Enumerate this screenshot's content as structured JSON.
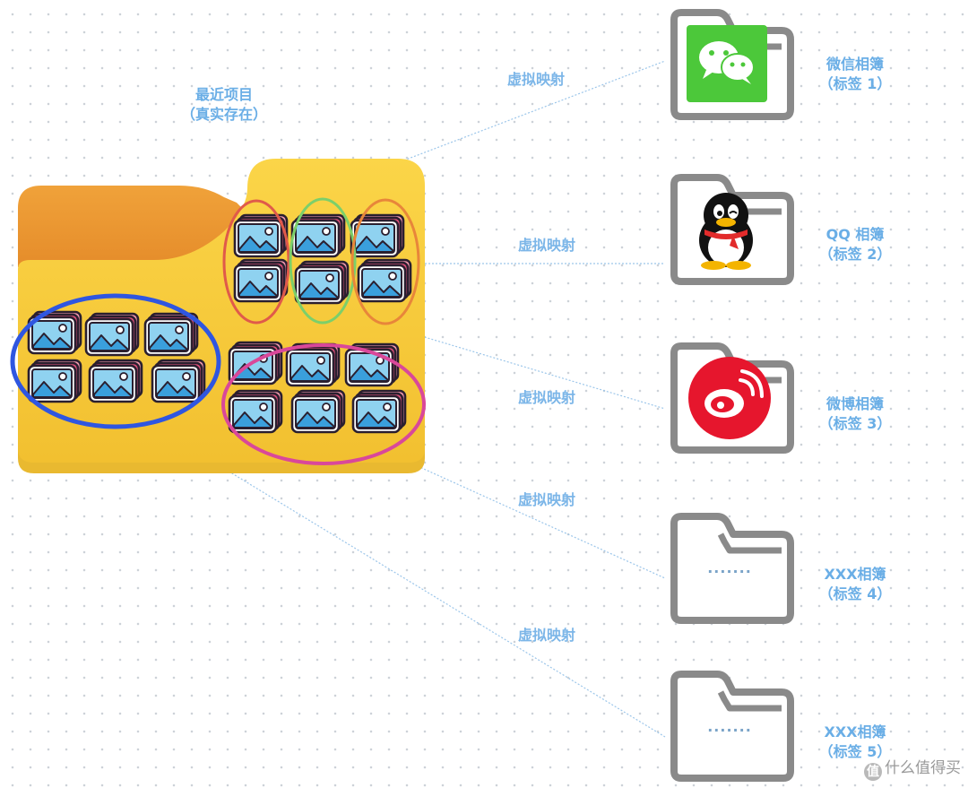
{
  "source": {
    "title_line1": "最近项目",
    "title_line2": "（真实存在）"
  },
  "mapping_label": "虚拟映射",
  "mappings": [
    {
      "label": "虚拟映射"
    },
    {
      "label": "虚拟映射"
    },
    {
      "label": "虚拟映射"
    },
    {
      "label": "虚拟映射"
    },
    {
      "label": "虚拟映射"
    }
  ],
  "albums": [
    {
      "name": "微信相簿",
      "tag": "（标签 1）",
      "icon": "wechat-icon",
      "color": "#4cc83a"
    },
    {
      "name": "QQ 相簿",
      "tag": "（标签 2）",
      "icon": "qq-penguin-icon",
      "color": "#111111"
    },
    {
      "name": "微博相簿",
      "tag": "（标签 3）",
      "icon": "weibo-icon",
      "color": "#e6162d"
    },
    {
      "name": "XXX相簿",
      "tag": "（标签 4）",
      "icon": "dots-icon",
      "placeholder": "·······"
    },
    {
      "name": "XXX相簿",
      "tag": "（标签 5）",
      "icon": "dots-icon",
      "placeholder": "·······"
    }
  ],
  "groups": [
    {
      "name": "blue-group",
      "color": "#2f56e0"
    },
    {
      "name": "pink-group",
      "color": "#d9489a"
    },
    {
      "name": "red-group",
      "color": "#e05a4a"
    },
    {
      "name": "green-group",
      "color": "#7ccf6a"
    },
    {
      "name": "orange-group",
      "color": "#e8863a"
    }
  ],
  "watermark": {
    "icon": "值",
    "text": "什么值得买"
  }
}
